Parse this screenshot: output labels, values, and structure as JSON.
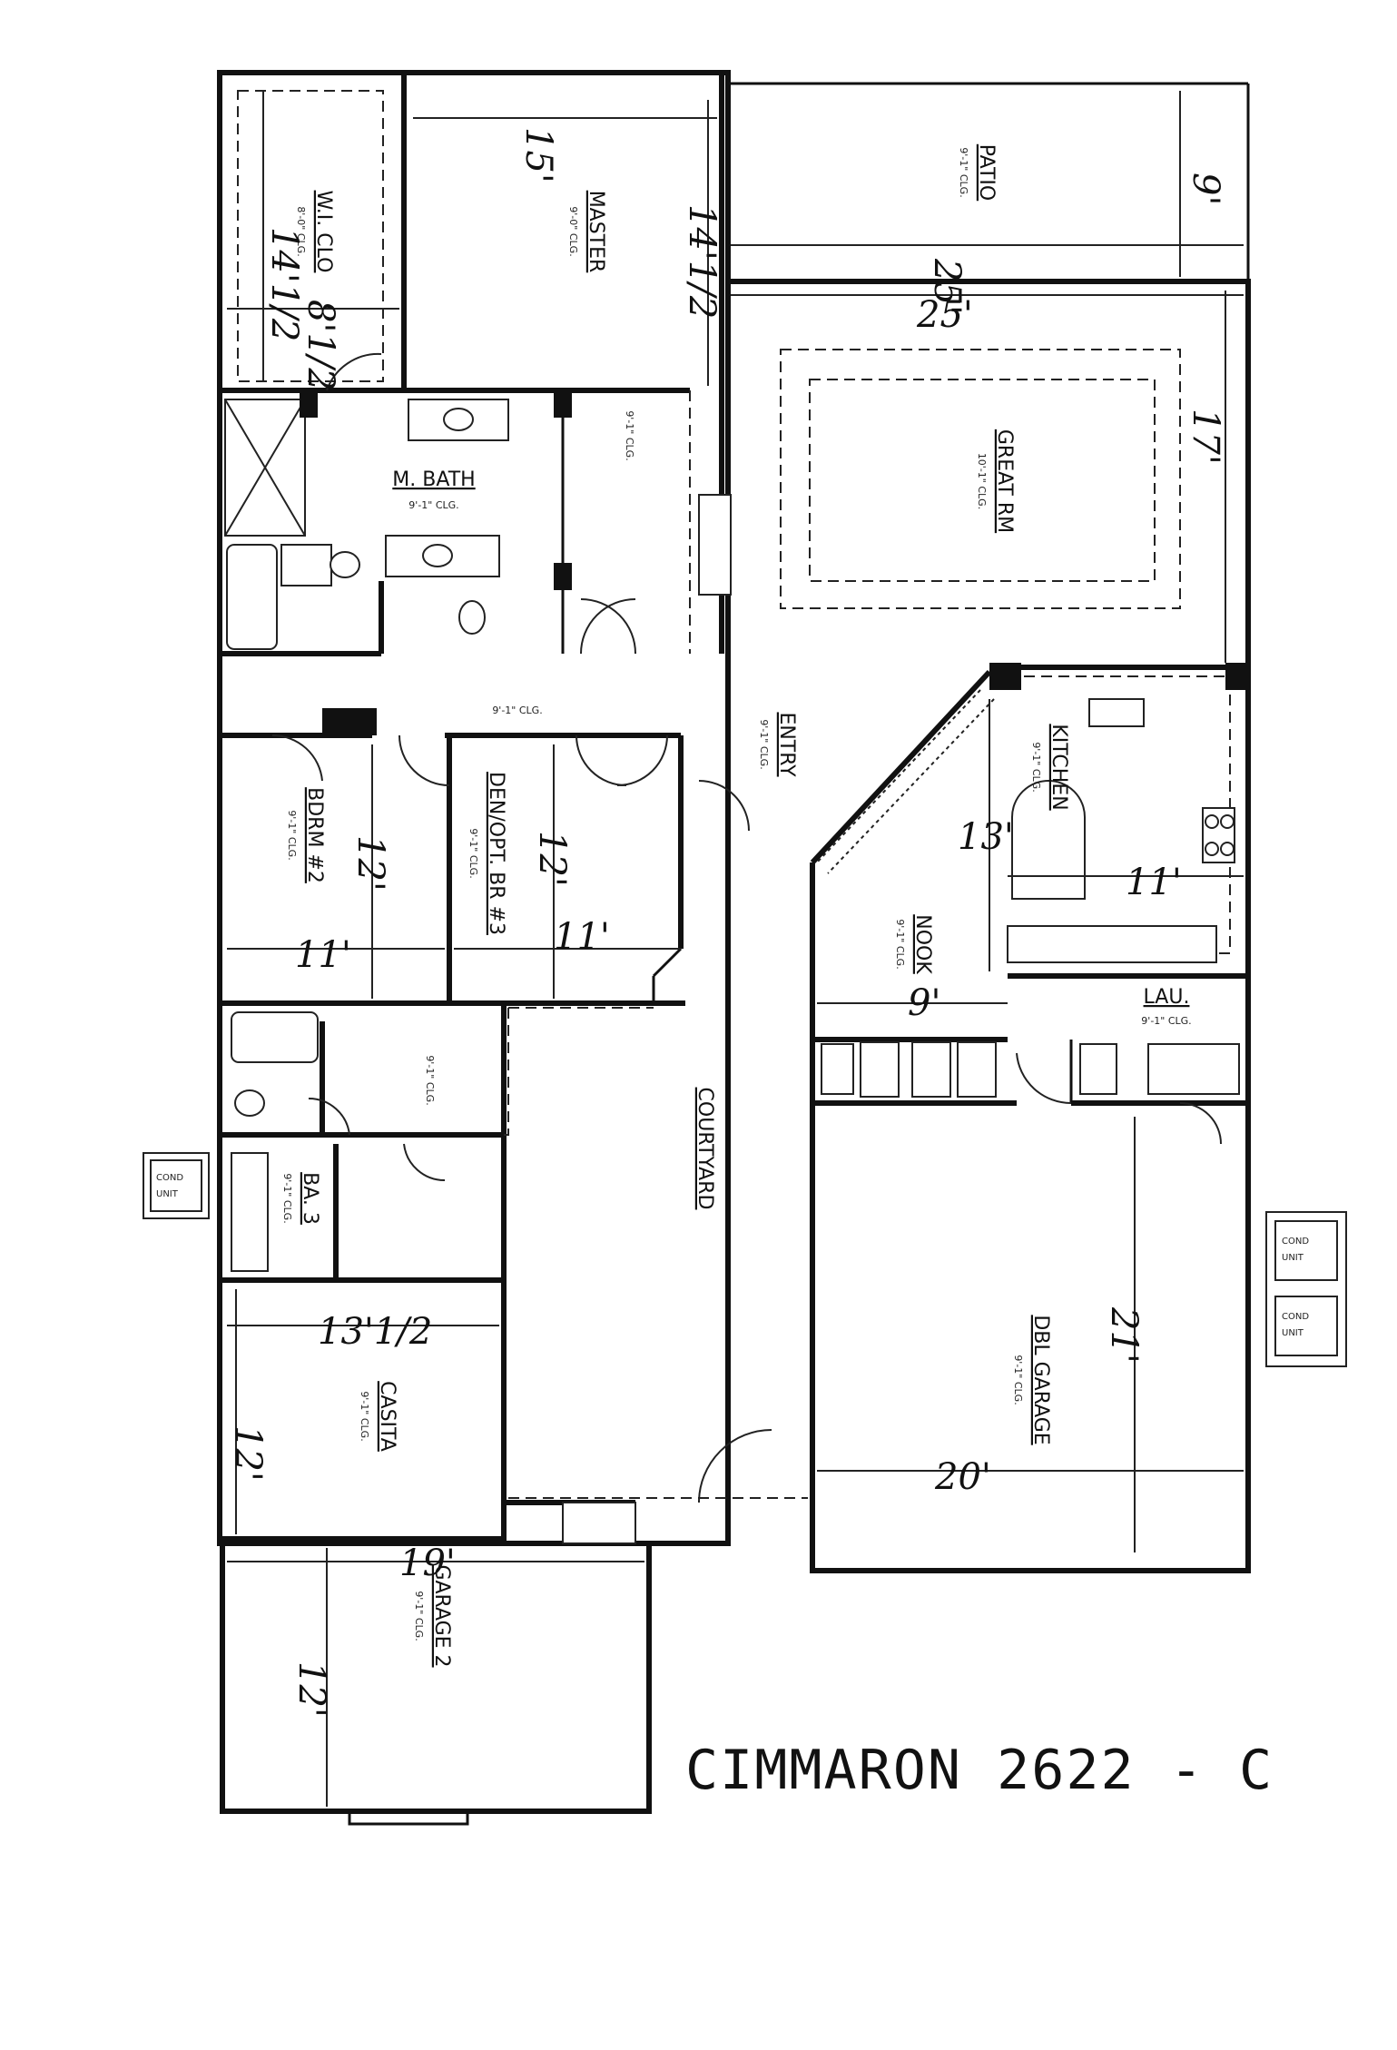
{
  "plan_title": "CIMMARON 2622 - C",
  "rooms": {
    "wi_clo": {
      "name": "W.I. CLO",
      "ceiling": "8'-0\" CLG.",
      "dim_a": "14'1/2",
      "dim_b": "8'1/2"
    },
    "master": {
      "name": "MASTER",
      "ceiling": "9'-0\" CLG.",
      "dim_a": "15'",
      "dim_b": "14'1/2"
    },
    "patio": {
      "name": "PATIO",
      "ceiling": "9'-1\" CLG.",
      "dim_a": "25'",
      "dim_b": "9'"
    },
    "great_rm": {
      "name": "GREAT RM",
      "ceiling": "10'-1\" CLG.",
      "dim_a": "25'",
      "dim_b": "17'"
    },
    "m_bath": {
      "name": "M. BATH",
      "ceiling": "9'-1\" CLG."
    },
    "closet": {
      "ceiling": "9'-1\" CLG."
    },
    "hall": {
      "ceiling": "9'-1\" CLG."
    },
    "entry": {
      "name": "ENTRY",
      "ceiling": "9'-1\" CLG."
    },
    "kitchen": {
      "name": "KITCHEN",
      "ceiling": "9'-1\" CLG.",
      "dim_a": "13'",
      "dim_b": "11'"
    },
    "bdrm2": {
      "name": "BDRM #2",
      "ceiling": "9'-1\" CLG.",
      "dim_a": "12'",
      "dim_b": "11'"
    },
    "den": {
      "name": "DEN/OPT. BR #3",
      "ceiling": "9'-1\" CLG.",
      "dim_a": "12'",
      "dim_b": "11'"
    },
    "nook": {
      "name": "NOOK",
      "ceiling": "9'-1\" CLG.",
      "dim_a": "9'"
    },
    "lau": {
      "name": "LAU.",
      "ceiling": "9'-1\" CLG."
    },
    "ba3_hall": {
      "ceiling": "9'-1\" CLG."
    },
    "ba3": {
      "name": "BA. 3",
      "ceiling": "9'-1\" CLG."
    },
    "courtyard": {
      "name": "COURTYARD"
    },
    "casita": {
      "name": "CASITA",
      "ceiling": "9'-1\" CLG.",
      "dim_a": "13'1/2",
      "dim_b": "12'"
    },
    "dbl_garage": {
      "name": "DBL GARAGE",
      "ceiling": "9'-1\" CLG.",
      "dim_a": "21'",
      "dim_b": "20'"
    },
    "garage2": {
      "name": "GARAGE 2",
      "ceiling": "9'-1\" CLG.",
      "dim_a": "19'",
      "dim_b": "12'"
    }
  },
  "ac_units": {
    "label_line1": "COND",
    "label_line2": "UNIT"
  }
}
